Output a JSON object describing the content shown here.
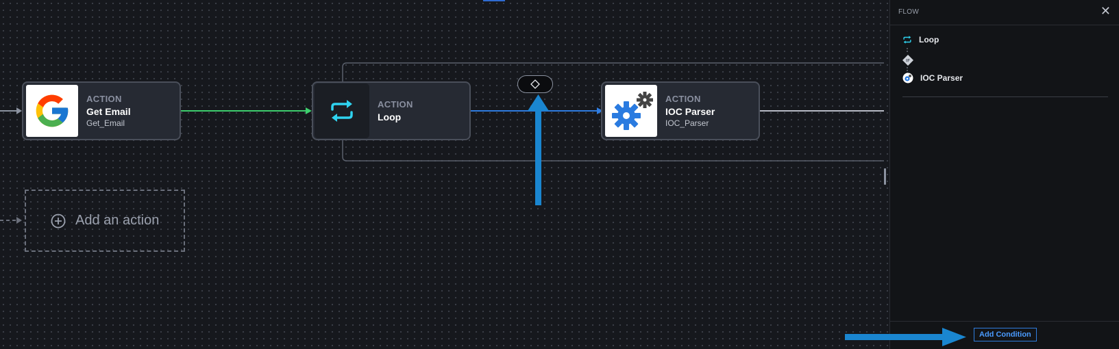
{
  "canvas": {
    "nodes": [
      {
        "kind": "ACTION",
        "title": "Get Email",
        "subtitle": "Get_Email",
        "icon": "google-icon"
      },
      {
        "kind": "ACTION",
        "title": "Loop",
        "subtitle": "",
        "icon": "loop-icon"
      },
      {
        "kind": "ACTION",
        "title": "IOC Parser",
        "subtitle": "IOC_Parser",
        "icon": "gear-icon"
      }
    ],
    "add_action_label": "Add an action",
    "condition_icon": "diamond-icon",
    "colors": {
      "success_edge": "#3ecf6e",
      "loop_edge": "#2f7de1",
      "annotation_arrow": "#1a86d0"
    }
  },
  "panel": {
    "title": "FLOW",
    "close_icon": "close-icon",
    "items": [
      {
        "label": "Loop",
        "icon": "loop-icon"
      },
      {
        "label": "",
        "icon": "if-condition-icon"
      },
      {
        "label": "IOC Parser",
        "icon": "gear-icon"
      }
    ],
    "add_condition_label": "Add Condition"
  }
}
